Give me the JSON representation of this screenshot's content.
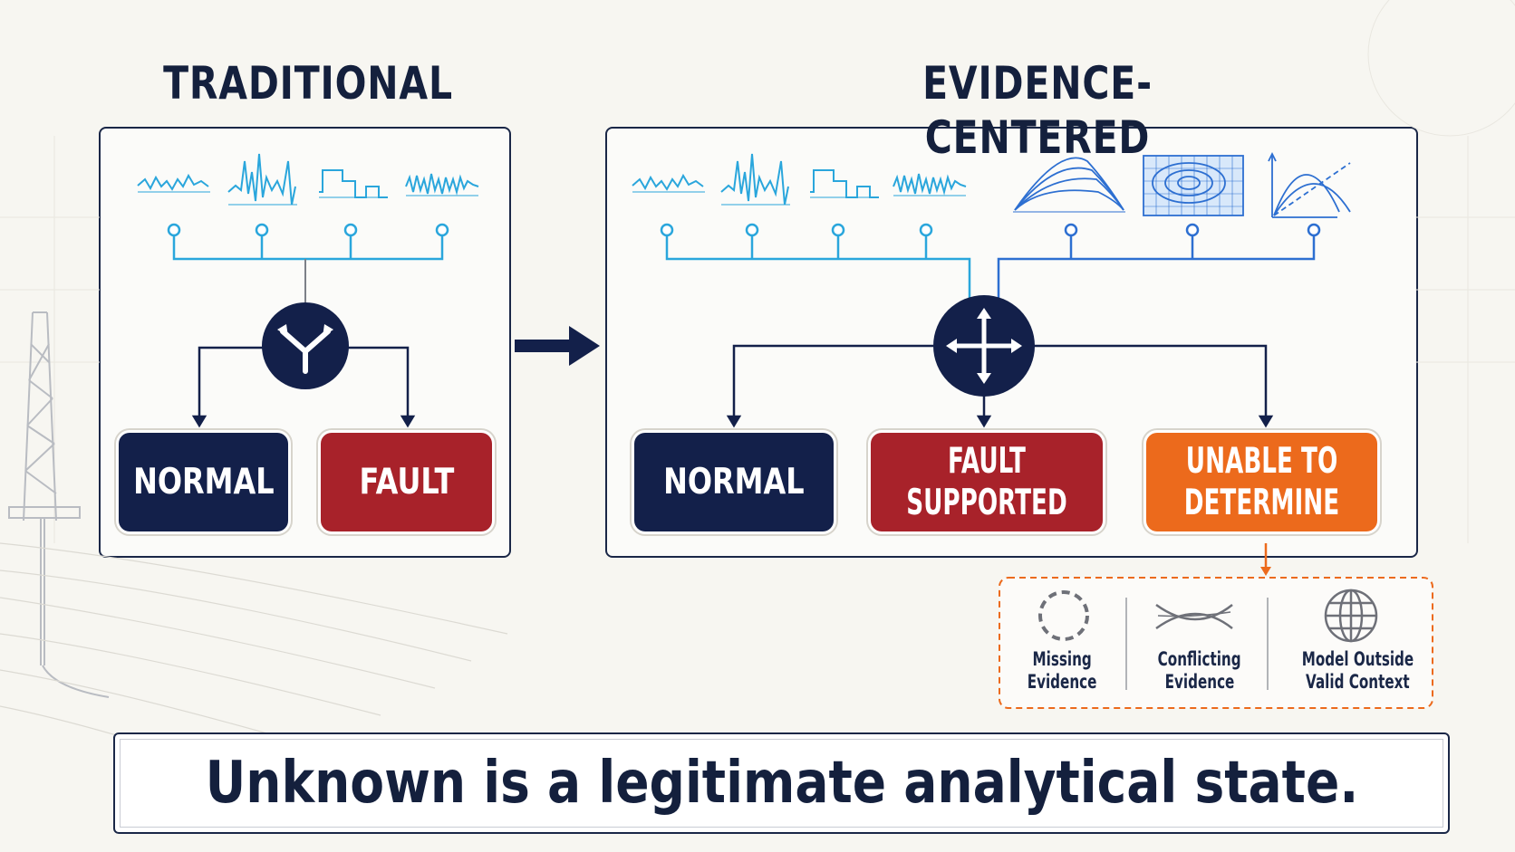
{
  "titles": {
    "traditional": "TRADITIONAL",
    "evidence_centered": "EVIDENCE-CENTERED"
  },
  "traditional": {
    "outcomes": {
      "normal": "NORMAL",
      "fault": "FAULT"
    }
  },
  "evidence_centered": {
    "outcomes": {
      "normal": "NORMAL",
      "fault_supported_line1": "FAULT",
      "fault_supported_line2": "SUPPORTED",
      "unable_line1": "UNABLE TO",
      "unable_line2": "DETERMINE"
    },
    "reasons": {
      "missing_line1": "Missing",
      "missing_line2": "Evidence",
      "conflicting_line1": "Conflicting",
      "conflicting_line2": "Evidence",
      "model_line1": "Model Outside",
      "model_line2": "Valid Context"
    }
  },
  "banner": "Unknown is a legitimate analytical state.",
  "colors": {
    "navy": "#13204a",
    "red": "#a8222a",
    "orange": "#ec6a1c",
    "signal_blue": "#2aa6dc",
    "model_blue": "#2d6fd1",
    "text_dark": "#14203d"
  },
  "icons": [
    "split-decision-icon",
    "three-way-decision-icon",
    "arrow-right-icon",
    "dashed-circle-icon",
    "crossing-curves-icon",
    "globe-icon",
    "drilling-rig-icon"
  ]
}
